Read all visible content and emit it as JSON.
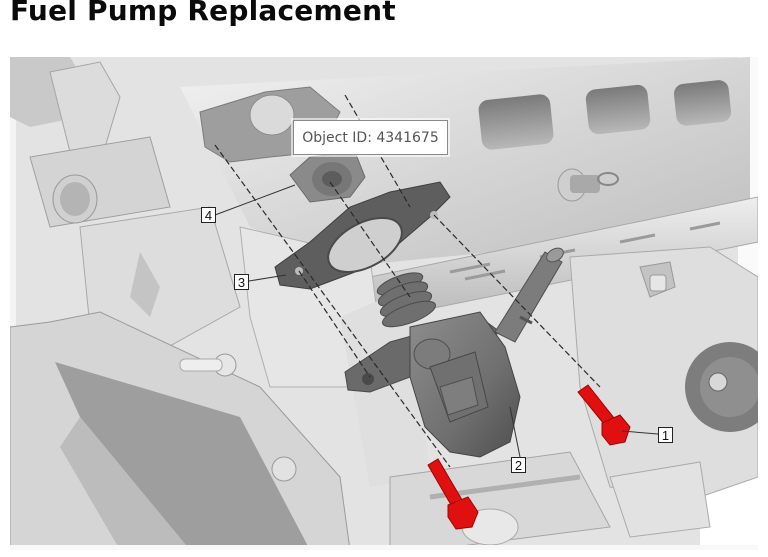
{
  "page": {
    "title": "Fuel Pump Replacement"
  },
  "figure": {
    "description": "Engine exploded-view illustration showing high-pressure fuel pump, gasket, follower and mounting bolts",
    "tooltip": "Object ID: 4341675",
    "callouts": [
      {
        "number": "1",
        "part": "fuel-pump-bolt"
      },
      {
        "number": "2",
        "part": "fuel-pump"
      },
      {
        "number": "3",
        "part": "fuel-pump-gasket"
      },
      {
        "number": "4",
        "part": "fuel-pump-follower"
      }
    ],
    "colors": {
      "highlight_bolts": "#e01010",
      "gasket": "#5a5a5a",
      "engine": "#d9d9d9",
      "background": "#ffffff"
    }
  }
}
